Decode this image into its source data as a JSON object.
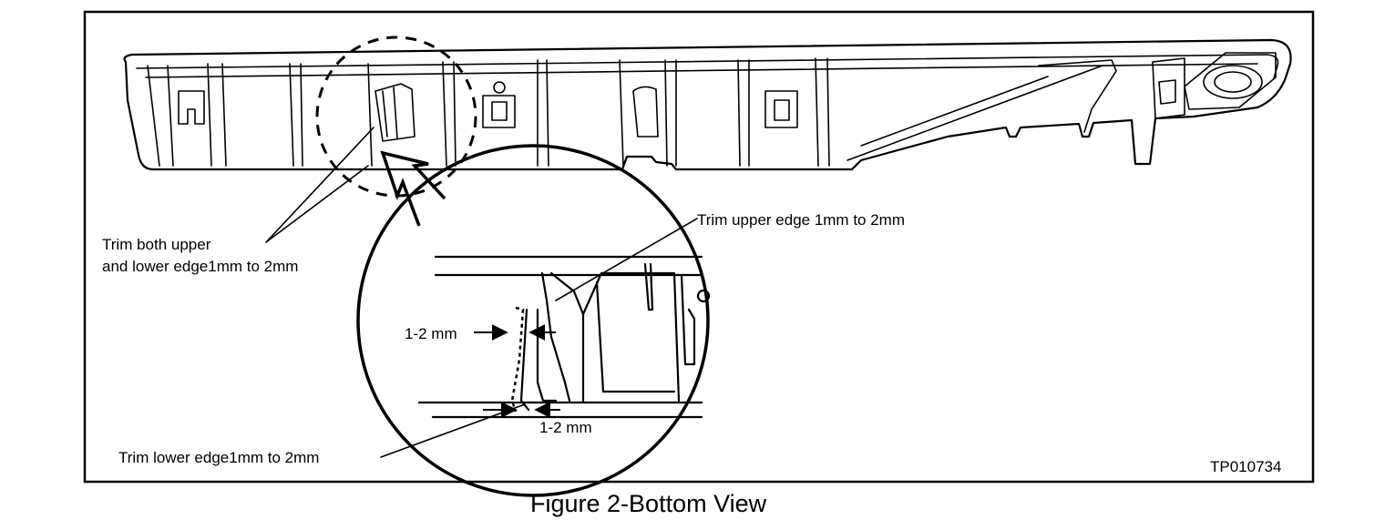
{
  "figure": {
    "caption": "Figure 2-Bottom View",
    "code": "TP010734"
  },
  "callouts": {
    "both_edges_line1": "Trim both upper",
    "both_edges_line2": "and lower edge1mm to 2mm",
    "upper_edge": "Trim upper edge 1mm to 2mm",
    "lower_edge": "Trim lower edge1mm to 2mm",
    "dim_upper": "1-2 mm",
    "dim_lower": "1-2 mm"
  },
  "icons": {
    "arrow": "arrow-icon",
    "magnify": "dashed-circle-detail-icon"
  }
}
